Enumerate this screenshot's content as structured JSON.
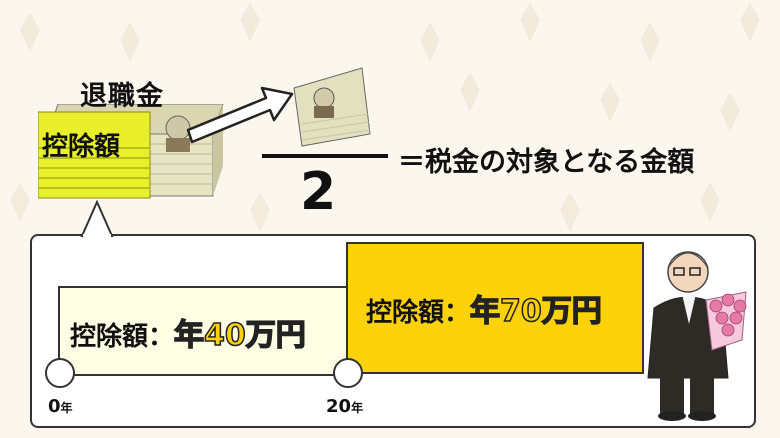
{
  "heading": "退職金",
  "deduction_label": "控除額",
  "denominator": "2",
  "equation_text": "＝税金の対象となる金額",
  "periods": [
    {
      "label": "控除額：",
      "amount": "年40万円"
    },
    {
      "label": "控除額：",
      "amount": "年70万円"
    }
  ],
  "timeline": [
    {
      "num": "0",
      "unit": "年"
    },
    {
      "num": "20",
      "unit": "年"
    }
  ],
  "colors": {
    "accent": "#fdd20a",
    "light": "#fefee4",
    "background": "#fbf7ef"
  }
}
